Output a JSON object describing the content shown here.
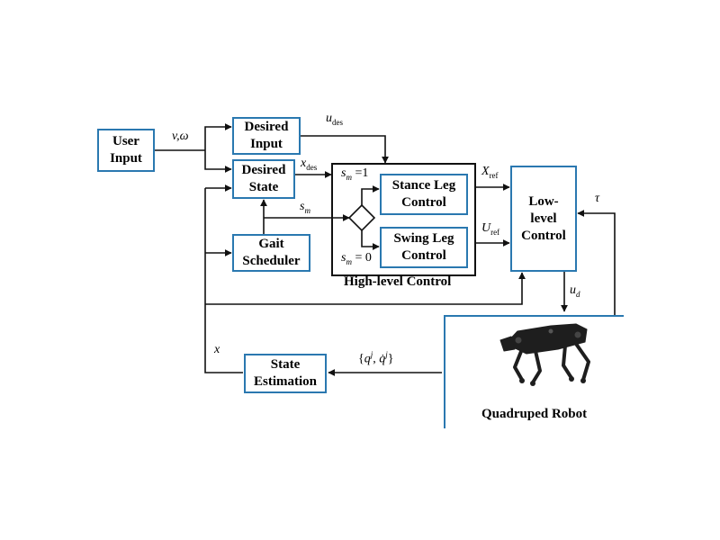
{
  "blocks": {
    "user_input": {
      "line1": "User",
      "line2": "Input"
    },
    "desired_input": {
      "line1": "Desired",
      "line2": "Input"
    },
    "desired_state": {
      "line1": "Desired",
      "line2": "State"
    },
    "gait_scheduler": {
      "line1": "Gait",
      "line2": "Scheduler"
    },
    "stance_leg_control": {
      "line1": "Stance Leg",
      "line2": "Control"
    },
    "swing_leg_control": {
      "line1": "Swing Leg",
      "line2": "Control"
    },
    "low_level_control": {
      "line1": "Low-",
      "line2": "level",
      "line3": "Control"
    },
    "state_estimation": {
      "line1": "State",
      "line2": "Estimation"
    }
  },
  "captions": {
    "high_level_control": "High-level Control",
    "quadruped_robot": "Quadruped Robot"
  },
  "signals": {
    "v_omega": {
      "main": "v,ω"
    },
    "u_des": {
      "main": "u",
      "sub": "des"
    },
    "x_des": {
      "main": "x",
      "sub": "des"
    },
    "s_m": {
      "main": "s",
      "sub": "m"
    },
    "s_m_one": {
      "main": "s",
      "sub": "m",
      "tail": " =1"
    },
    "s_m_zero": {
      "main": "s",
      "sub": "m",
      "tail": " = 0"
    },
    "X_ref": {
      "main": "X",
      "sub": "ref"
    },
    "U_ref": {
      "main": "U",
      "sub": "ref"
    },
    "tau": {
      "main": "τ"
    },
    "u_d": {
      "main": "u",
      "sub": "d"
    },
    "x": {
      "main": "x"
    },
    "q_set": {
      "open": "{",
      "q": "q",
      "sup1": "j",
      "mid": ", ",
      "qdot": "q̇",
      "sup2": "j",
      "close": "}"
    }
  },
  "icons": {
    "robot": "quadruped-robot-image"
  },
  "colors": {
    "block_border": "#2a78b0",
    "line": "#111111"
  }
}
